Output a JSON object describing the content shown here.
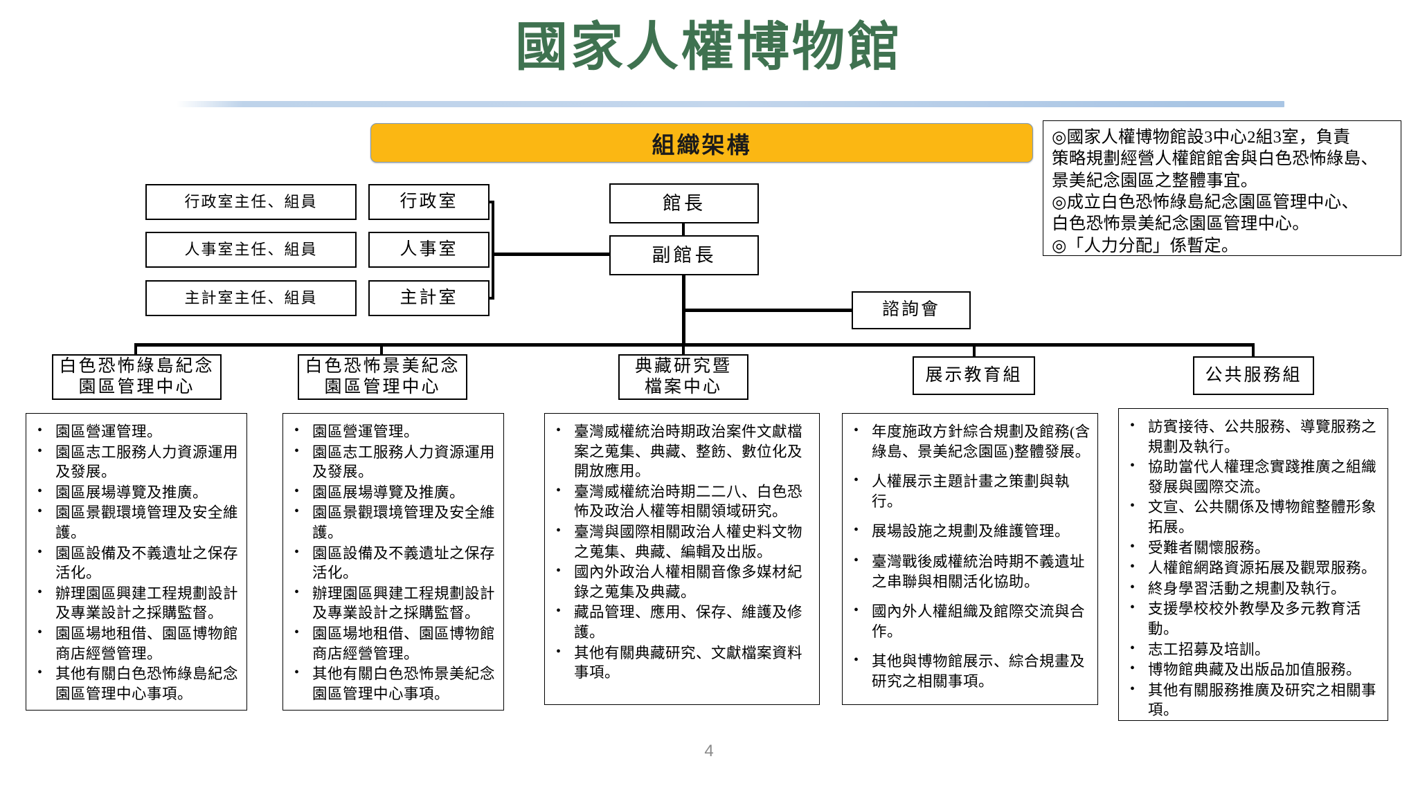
{
  "header": {
    "title": "國家人權博物館",
    "title_color": "#3f7250",
    "rule_color": "#bed3ea"
  },
  "banner": {
    "label": "組織架構",
    "fill_color": "#fbb713",
    "border_color": "#7b97b5"
  },
  "note": {
    "lines": [
      "◎國家人權博物館設3中心2組3室，負責",
      "策略規劃經營人權館館舍與白色恐怖綠島、",
      "景美紀念園區之整體事宜。",
      "◎成立白色恐怖綠島紀念園區管理中心、",
      "白色恐怖景美紀念園區管理中心。",
      "◎「人力分配」係暫定。"
    ]
  },
  "org": {
    "director": "館長",
    "deputy_director": "副館長",
    "advisory": "諮詢會",
    "offices": [
      {
        "staff": "行政室主任、組員",
        "unit": "行政室"
      },
      {
        "staff": "人事室主任、組員",
        "unit": "人事室"
      },
      {
        "staff": "主計室主任、組員",
        "unit": "主計室"
      }
    ],
    "departments": [
      {
        "name": "白色恐怖綠島紀念\n園區管理中心"
      },
      {
        "name": "白色恐怖景美紀念\n園區管理中心"
      },
      {
        "name": "典藏研究暨\n檔案中心"
      },
      {
        "name": "展示教育組"
      },
      {
        "name": "公共服務組"
      }
    ]
  },
  "duties": [
    {
      "owner": "白色恐怖綠島紀念園區管理中心",
      "items": [
        "園區營運管理。",
        "園區志工服務人力資源運用及發展。",
        "園區展場導覽及推廣。",
        "園區景觀環境管理及安全維護。",
        "園區設備及不義遺址之保存活化。",
        "辦理園區興建工程規劃設計及專業設計之採購監督。",
        "園區場地租借、園區博物館商店經營管理。",
        "其他有關白色恐怖綠島紀念園區管理中心事項。"
      ]
    },
    {
      "owner": "白色恐怖景美紀念園區管理中心",
      "items": [
        "園區營運管理。",
        "園區志工服務人力資源運用及發展。",
        "園區展場導覽及推廣。",
        "園區景觀環境管理及安全維護。",
        "園區設備及不義遺址之保存活化。",
        "辦理園區興建工程規劃設計及專業設計之採購監督。",
        "園區場地租借、園區博物館商店經營管理。",
        "其他有關白色恐怖景美紀念園區管理中心事項。"
      ]
    },
    {
      "owner": "典藏研究暨檔案中心",
      "items": [
        "臺灣威權統治時期政治案件文獻檔案之蒐集、典藏、整飭、數位化及開放應用。",
        "臺灣威權統治時期二二八、白色恐怖及政治人權等相關領域研究。",
        "臺灣與國際相關政治人權史料文物之蒐集、典藏、編輯及出版。",
        "國內外政治人權相關音像多媒材紀錄之蒐集及典藏。",
        "藏品管理、應用、保存、維護及修護。",
        "其他有關典藏研究、文獻檔案資料事項。"
      ]
    },
    {
      "owner": "展示教育組",
      "items": [
        "年度施政方針綜合規劃及館務(含綠島、景美紀念園區)整體發展。",
        "人權展示主題計畫之策劃與執行。",
        "展場設施之規劃及維護管理。",
        "臺灣戰後威權統治時期不義遺址之串聯與相關活化協助。",
        "國內外人權組織及館際交流與合作。",
        "其他與博物館展示、綜合規畫及研究之相關事項。"
      ]
    },
    {
      "owner": "公共服務組",
      "items": [
        "訪賓接待、公共服務、導覽服務之規劃及執行。",
        "協助當代人權理念實踐推廣之組織發展與國際交流。",
        "文宣、公共關係及博物館整體形象拓展。",
        "受難者關懷服務。",
        "人權館網路資源拓展及觀眾服務。",
        "終身學習活動之規劃及執行。",
        "支援學校校外教學及多元教育活動。",
        "志工招募及培訓。",
        "博物館典藏及出版品加值服務。",
        "其他有關服務推廣及研究之相關事項。"
      ]
    }
  ],
  "footer": {
    "page_number": "4"
  }
}
